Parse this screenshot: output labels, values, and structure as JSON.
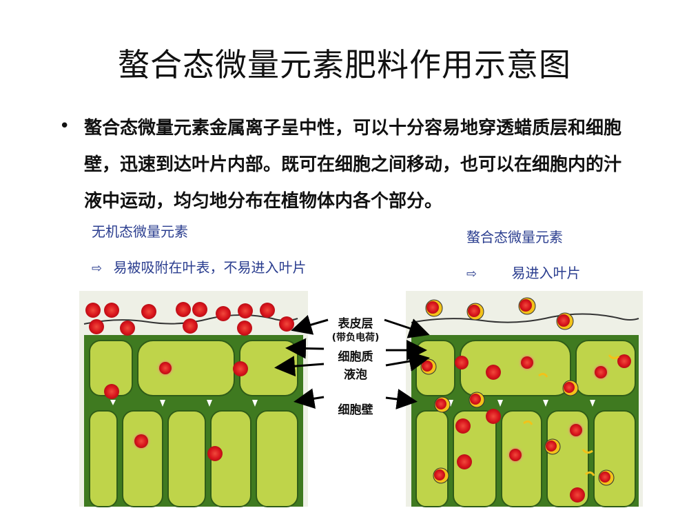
{
  "title": "螯合态微量元素肥料作用示意图",
  "bullet": {
    "text": "螯合态微量元素金属离子呈中性，可以十分容易地穿透蜡质层和细胞壁，迅速到达叶片内部。既可在细胞之间移动，也可以在细胞内的汁液中运动，均匀地分布在植物体内各个部分。"
  },
  "left_panel": {
    "heading": "无机态微量元素",
    "arrow": "⇨",
    "note": "易被吸附在叶表，不易进入叶片"
  },
  "right_panel": {
    "heading": "螯合态微量元素",
    "arrow": "⇨",
    "note": "易进入叶片"
  },
  "center_labels": {
    "epidermis": "表皮层",
    "charge": "(带负电荷)",
    "cytoplasm": "细胞质",
    "vacuole": "液泡",
    "cell_wall": "细胞壁"
  },
  "colors": {
    "cell_dark": "#3f7a20",
    "cell_light": "#bfd44a",
    "ion_red": "#d8141c",
    "chelate_yellow": "#f2c21a",
    "text_blue": "#2a3d8f"
  }
}
